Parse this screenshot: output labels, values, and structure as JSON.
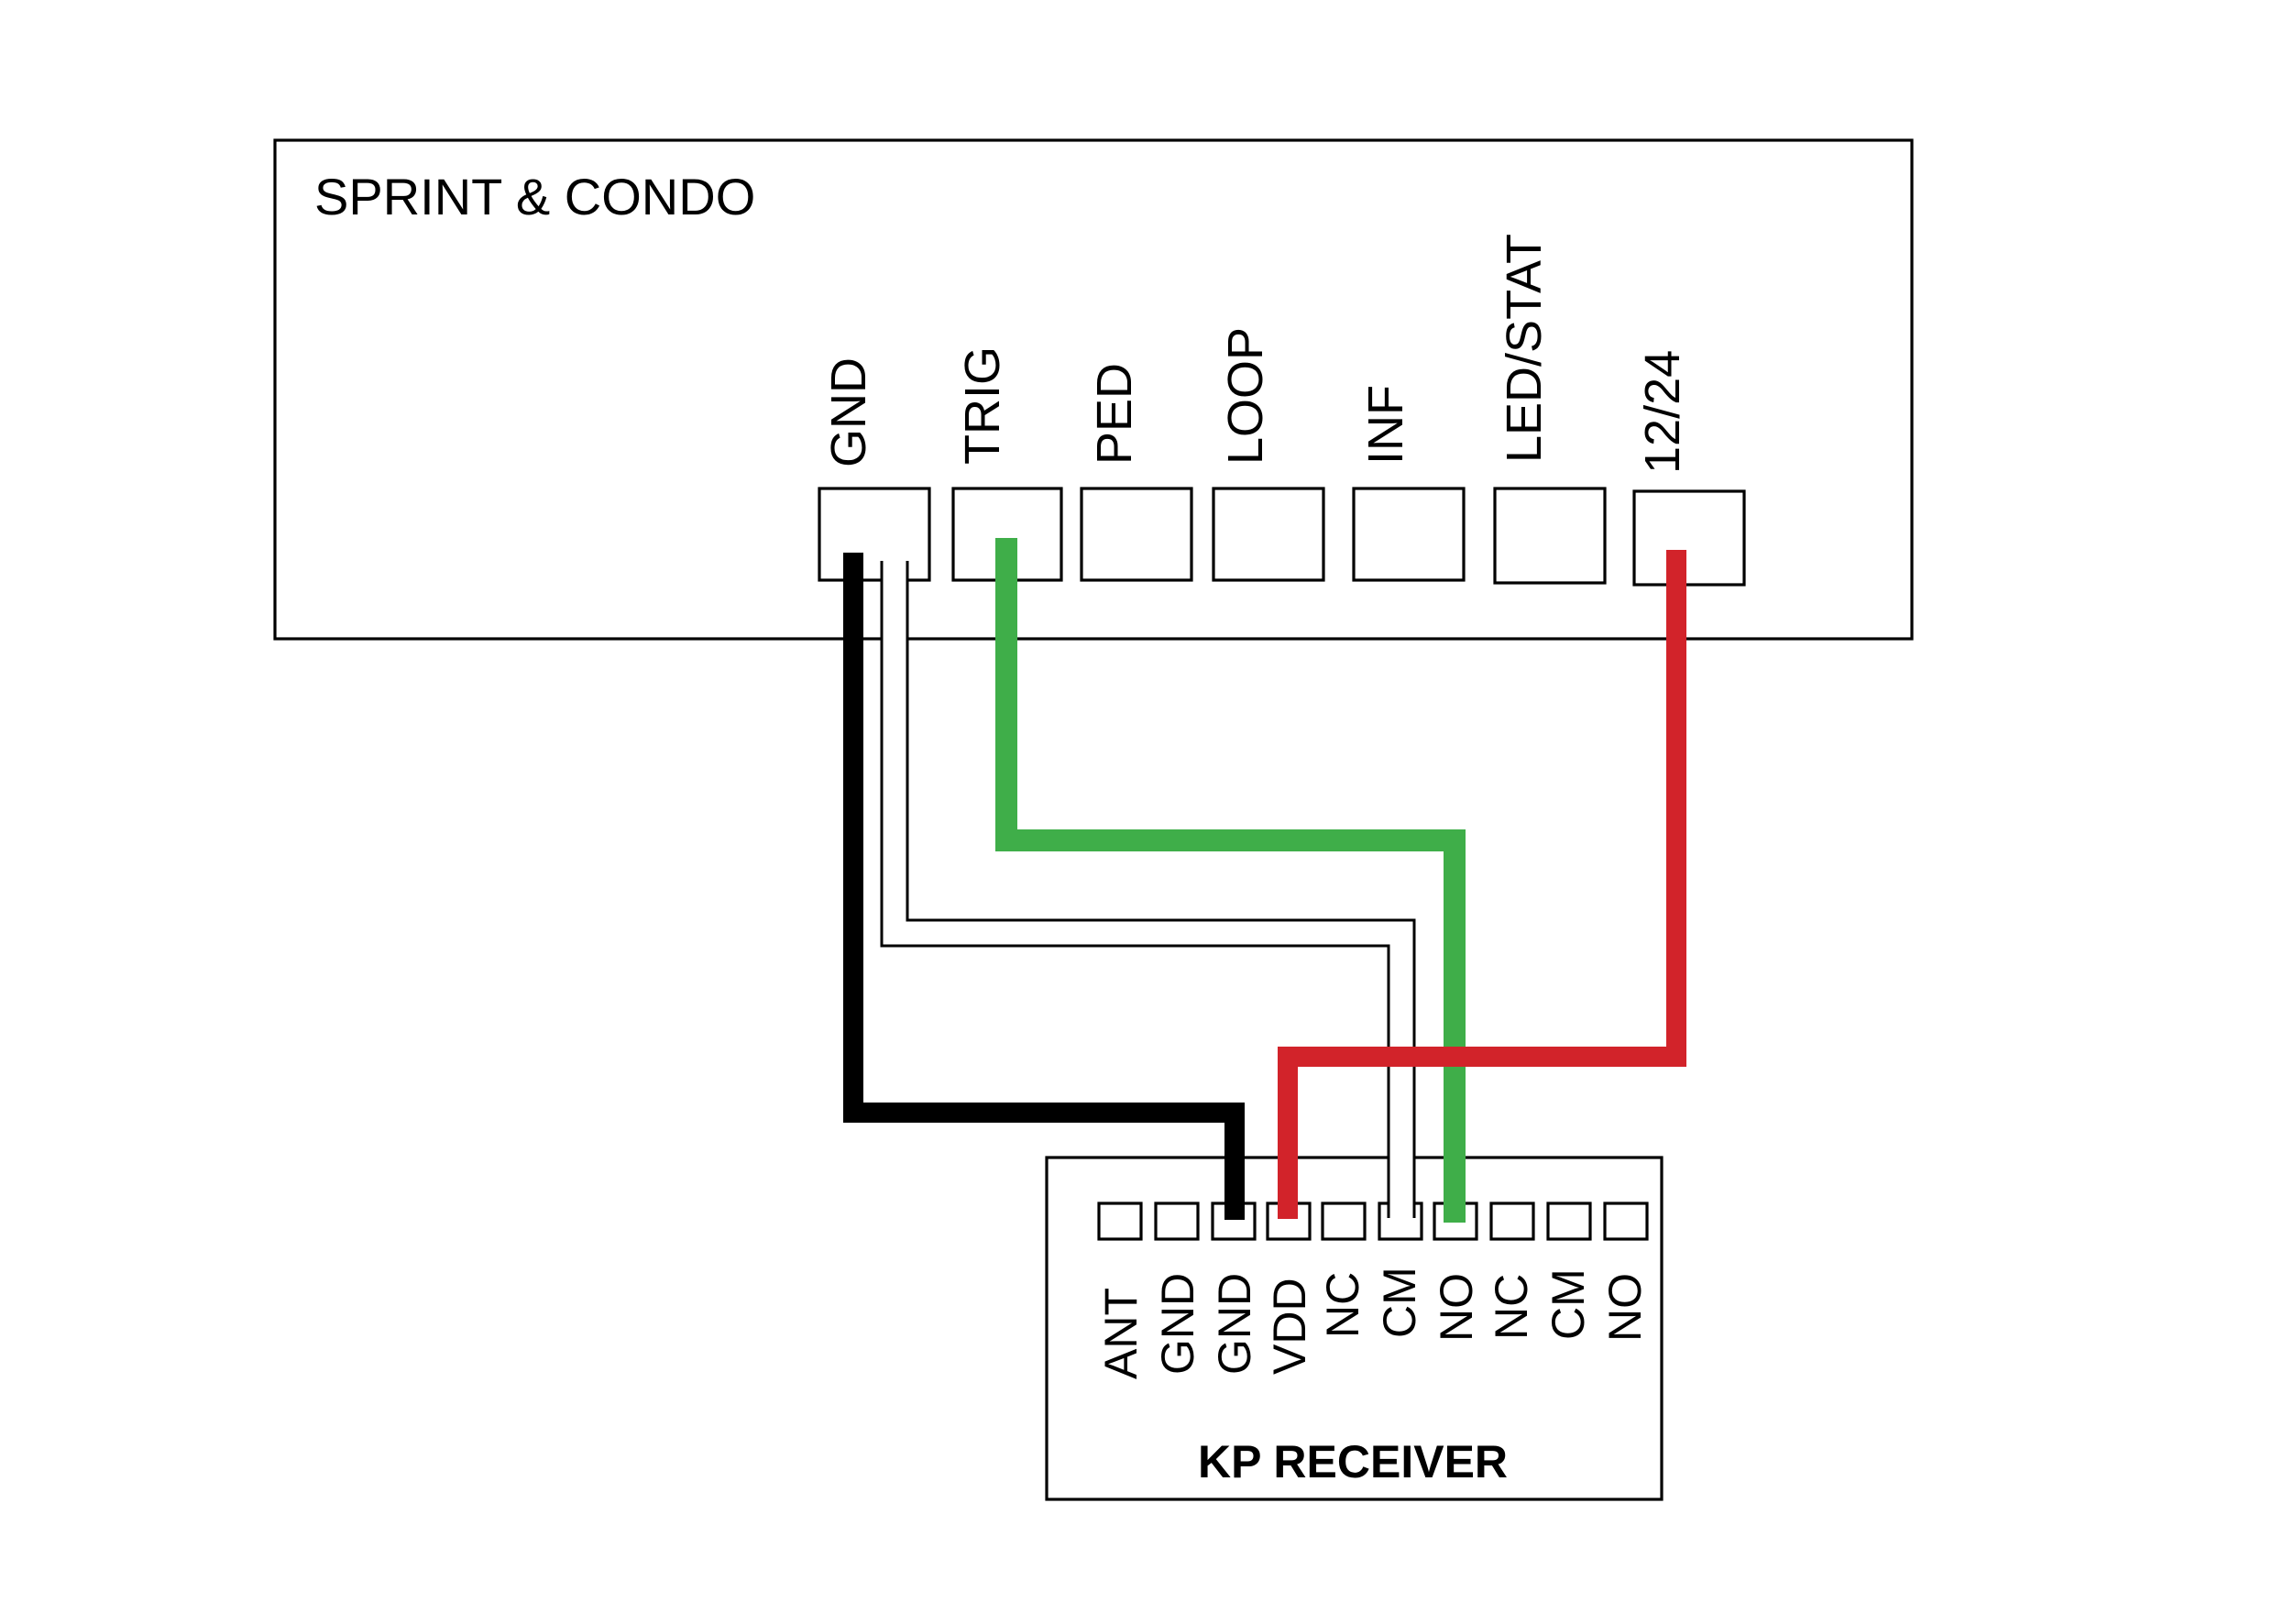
{
  "controller": {
    "title": "SPRINT & CONDO",
    "terminals": [
      "GND",
      "TRIG",
      "PED",
      "LOOP",
      "INF",
      "LED/STAT",
      "12/24"
    ]
  },
  "receiver": {
    "title": "KP RECEIVER",
    "pins": [
      "ANT",
      "GND",
      "GND",
      "VDD",
      "NC",
      "CM",
      "NO",
      "NC",
      "CM",
      "NO"
    ]
  },
  "wires": [
    {
      "name": "black-wire",
      "color": "#000000",
      "from": "GND",
      "to": "GND"
    },
    {
      "name": "white-wire",
      "color": "#ffffff",
      "from": "GND",
      "to": "CM"
    },
    {
      "name": "green-wire",
      "color": "#3fae49",
      "from": "TRIG",
      "to": "NO"
    },
    {
      "name": "red-wire",
      "color": "#d2232a",
      "from": "12/24",
      "to": "VDD"
    }
  ]
}
